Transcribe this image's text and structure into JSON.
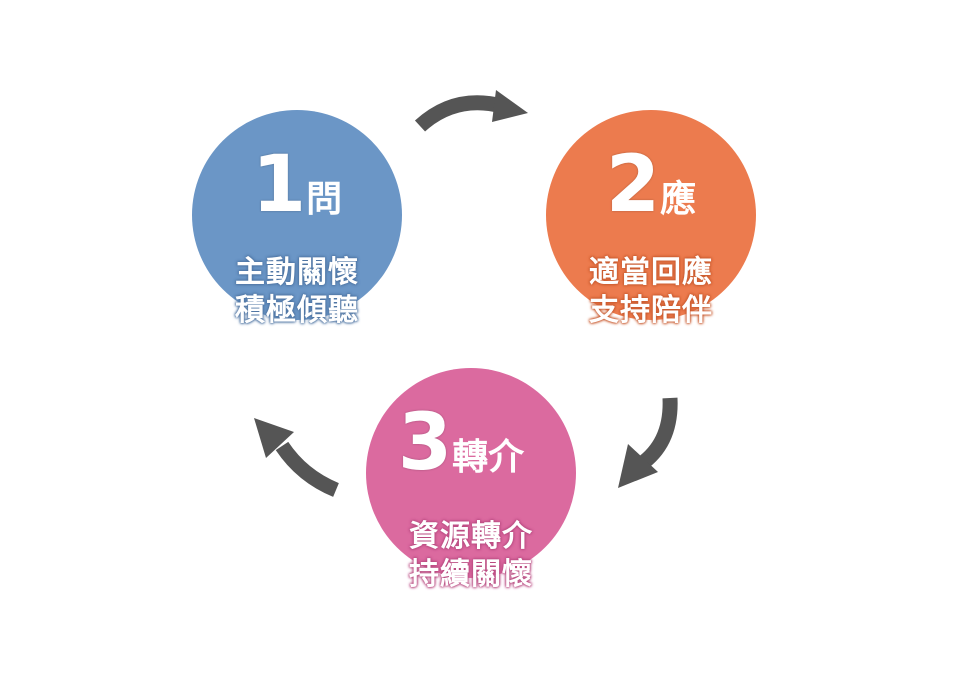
{
  "steps": [
    {
      "number": "1",
      "word": "問",
      "line1": "主動關懷",
      "line2": "積極傾聽",
      "color": "#6b96c6"
    },
    {
      "number": "2",
      "word": "應",
      "line1": "適當回應",
      "line2": "支持陪伴",
      "color": "#ec7b4e"
    },
    {
      "number": "3",
      "word": "轉介",
      "line1": "資源轉介",
      "line2": "持續關懷",
      "color": "#db6a9f"
    }
  ],
  "arrows": [
    {
      "from": "1",
      "to": "2",
      "icon": "curved-arrow-right-icon"
    },
    {
      "from": "2",
      "to": "3",
      "icon": "curved-arrow-down-icon"
    },
    {
      "from": "3",
      "to": "1",
      "icon": "curved-arrow-up-icon"
    }
  ],
  "arrow_color": "#555555"
}
